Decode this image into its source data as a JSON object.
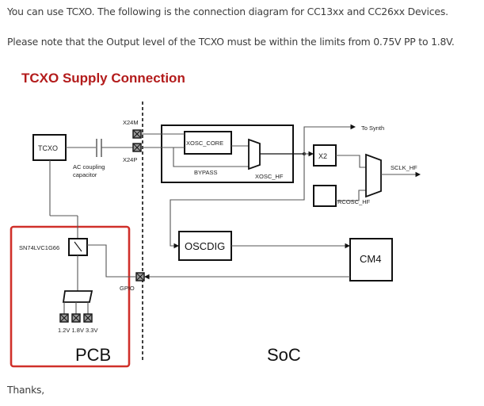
{
  "post": {
    "paragraph_1": "You can use TCXO. The following is the connection diagram for CC13xx and CC26xx Devices.",
    "paragraph_2": "Please note that the Output level of the TCXO must be within the limits from 0.75V PP to 1.8V.",
    "closing": "Thanks,"
  },
  "diagram": {
    "title": "TCXO Supply Connection",
    "title_color": "#b31b1b",
    "highlight_color": "#d0302a",
    "blocks": {
      "tcxo": "TCXO",
      "xosc_core": "XOSC_CORE",
      "x2": "X2",
      "oscdig": "OSCDIG",
      "cm4": "CM4",
      "level_shifter": "SN74LVC1G66"
    },
    "labels": {
      "ac_coupling_1": "AC coupling",
      "ac_coupling_2": "capacitor",
      "x24m": "X24M",
      "x24p": "X24P",
      "bypass": "BYPASS",
      "xosc_hf": "XOSC_HF",
      "to_synth": "To Synth",
      "sclk_hf": "SCLK_HF",
      "rcosc_hf": "RCOSC_HF",
      "gpio": "GPIO",
      "voltages": "1.2V 1.8V 3.3V"
    },
    "regions": {
      "pcb": "PCB",
      "soc": "SoC"
    }
  }
}
